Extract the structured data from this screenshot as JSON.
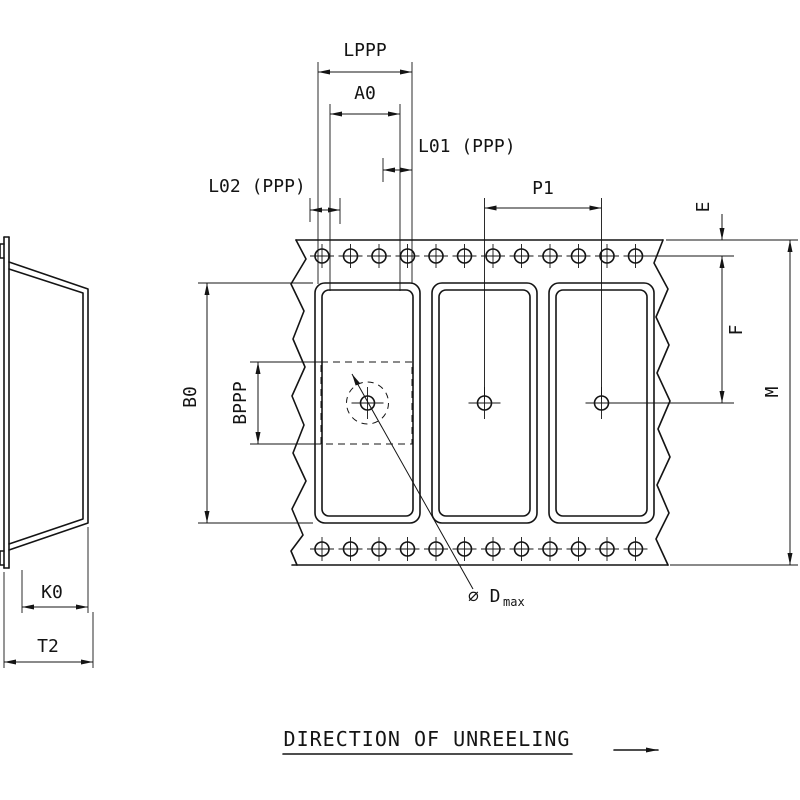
{
  "page": {
    "background": "#ffffff",
    "line_color": "#141414",
    "type": "carrier-tape-dimension-drawing"
  },
  "dimension_labels": {
    "lppp": "LPPP",
    "a0": "A0",
    "l01": "L01 (PPP)",
    "l02": "L02 (PPP)",
    "p1": "P1",
    "e": "E",
    "f": "F",
    "m": "M",
    "b0": "B0",
    "bppp": "BPPP",
    "k0": "K0",
    "t2": "T2",
    "dmax_prefix": "⌀ D",
    "dmax_suffix": "max"
  },
  "footer": {
    "text": "DIRECTION OF UNREELING"
  }
}
